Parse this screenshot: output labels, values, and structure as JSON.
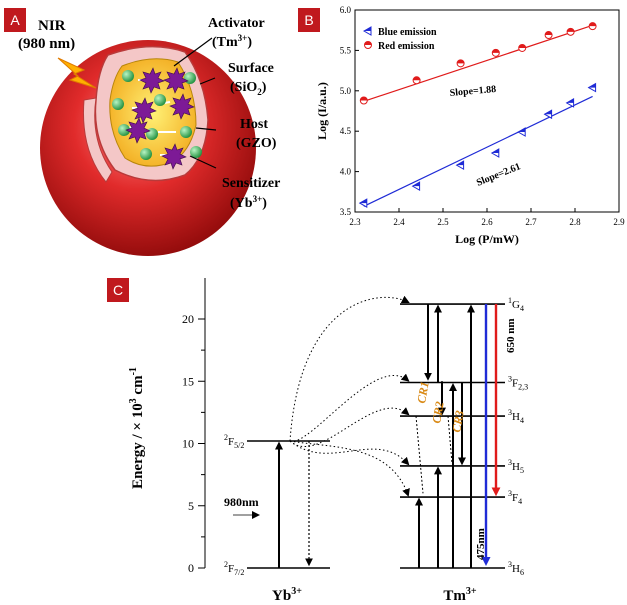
{
  "panels": {
    "a": "A",
    "b": "B",
    "c": "C"
  },
  "panel_a": {
    "nir_line1": "NIR",
    "nir_line2": "(980 nm)",
    "activator_label": "Activator",
    "activator_ion": "(Tm",
    "activator_ion_sup": "3+",
    "surface_label": "Surface",
    "surface_material": "(SiO",
    "surface_material_sub": "2",
    "host_label": "Host",
    "host_material": "(GZO)",
    "sensitizer_label": "Sensitizer",
    "sensitizer_ion": "(Yb",
    "sensitizer_ion_sup": "3+"
  },
  "colors": {
    "tag": "#c0191e",
    "blue": "#1f2bd6",
    "red": "#e01b1b",
    "orange": "#d98a17",
    "sphere_dark": "#a30d0d",
    "core_yellow": "#f7c21c",
    "dopant_green": "#2aa84a",
    "dopant_purple": "#8a1fa3"
  },
  "chart_data": {
    "type": "scatter",
    "title": "",
    "xlabel": "Log (P/mW)",
    "ylabel": "Log (I/a.u.)",
    "xlim": [
      2.3,
      2.9
    ],
    "ylim": [
      3.5,
      6.0
    ],
    "xticks": [
      "2.3",
      "2.4",
      "2.5",
      "2.6",
      "2.7",
      "2.8",
      "2.9"
    ],
    "yticks": [
      "3.5",
      "4.0",
      "4.5",
      "5.0",
      "5.5",
      "6.0"
    ],
    "legend_position": "top-left",
    "series": [
      {
        "name": "Blue emission",
        "marker": "triangle-left",
        "x": [
          2.32,
          2.44,
          2.54,
          2.62,
          2.68,
          2.74,
          2.79,
          2.84
        ],
        "y": [
          3.61,
          3.82,
          4.08,
          4.23,
          4.49,
          4.71,
          4.85,
          5.04
        ],
        "fit": {
          "x": [
            2.32,
            2.84
          ],
          "y": [
            3.57,
            4.93
          ]
        },
        "slope_label": "Slope=2.61"
      },
      {
        "name": "Red emission",
        "marker": "circle",
        "x": [
          2.32,
          2.44,
          2.54,
          2.62,
          2.68,
          2.74,
          2.79,
          2.84
        ],
        "y": [
          4.88,
          5.13,
          5.34,
          5.47,
          5.53,
          5.69,
          5.73,
          5.8
        ],
        "fit": {
          "x": [
            2.32,
            2.84
          ],
          "y": [
            4.87,
            5.81
          ]
        },
        "slope_label": "Slope=1.88"
      }
    ]
  },
  "panel_c": {
    "ylabel_main": "Energy / × 10",
    "ylabel_exp": "3",
    "ylabel_unit": " cm",
    "ylabel_unit_exp": "-1",
    "yticks": [
      "0",
      "5",
      "10",
      "15",
      "20"
    ],
    "yb_label": "Yb",
    "yb_sup": "3+",
    "tm_label": "Tm",
    "tm_sup": "3+",
    "excitation": "980nm",
    "yb_levels": [
      {
        "sup": "2",
        "name": "F",
        "sub": "5/2",
        "energy": 10.2
      },
      {
        "sup": "2",
        "name": "F",
        "sub": "7/2",
        "energy": 0
      }
    ],
    "tm_levels": [
      {
        "sup": "1",
        "name": "G",
        "sub": "4",
        "energy": 21.2
      },
      {
        "sup": "3",
        "name": "F",
        "sub": "2,3",
        "energy": 14.9
      },
      {
        "sup": "3",
        "name": "H",
        "sub": "4",
        "energy": 12.2
      },
      {
        "sup": "3",
        "name": "H",
        "sub": "5",
        "energy": 8.2
      },
      {
        "sup": "3",
        "name": "F",
        "sub": "4",
        "energy": 5.7
      },
      {
        "sup": "3",
        "name": "H",
        "sub": "6",
        "energy": 0
      }
    ],
    "cr_labels": [
      "CR1",
      "CR2",
      "CR3"
    ],
    "red_emission": "650 nm",
    "blue_emission": "475nm"
  }
}
